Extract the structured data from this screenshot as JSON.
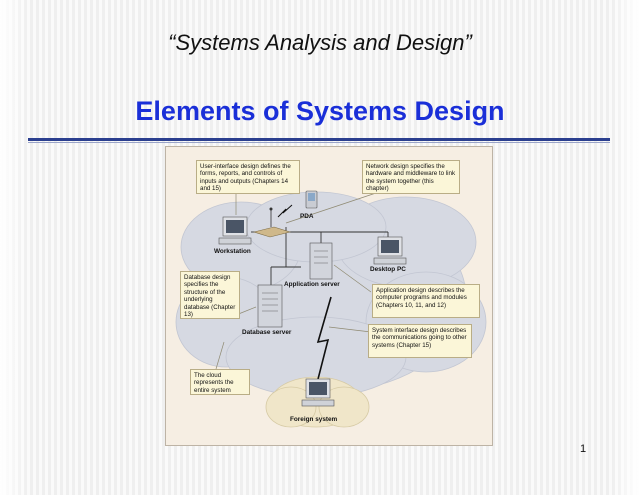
{
  "slide": {
    "subtitle": "“Systems Analysis and Design”",
    "title": "Elements of Systems Design",
    "page_number": "1"
  },
  "diagram": {
    "callouts": {
      "ui_design": "User-interface design defines the forms, reports, and controls of inputs and outputs (Chapters 14 and 15)",
      "network_design": "Network design specifies the hardware and middleware to link the system together (this chapter)",
      "database_design": "Database design specifies the structure of the underlying database (Chapter 13)",
      "application_design": "Application design describes the computer programs and modules (Chapters 10, 11, and 12)",
      "system_interface_design": "System interface design describes the communications going to other systems (Chapter 15)",
      "cloud": "The cloud represents the entire system"
    },
    "nodes": {
      "pda": "PDA",
      "workstation": "Workstation",
      "desktop_pc": "Desktop PC",
      "application_server": "Application server",
      "database_server": "Database server",
      "foreign_system": "Foreign system"
    }
  }
}
